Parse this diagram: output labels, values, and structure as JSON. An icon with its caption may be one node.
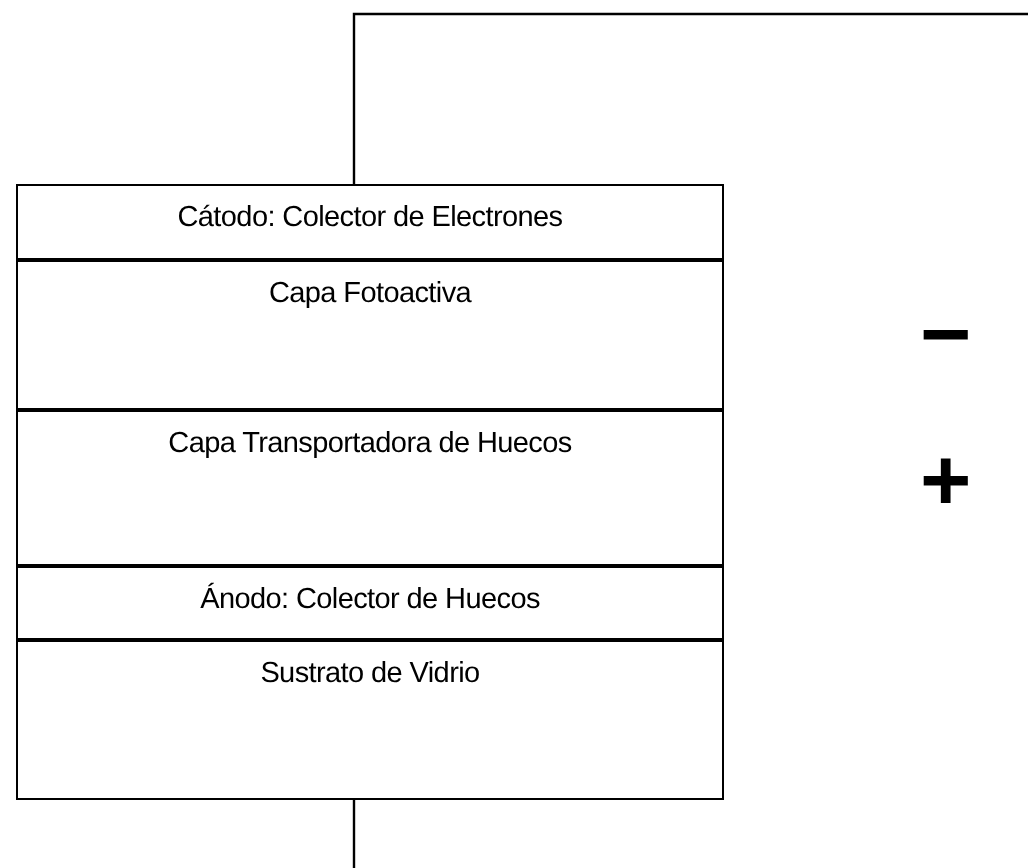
{
  "diagram": {
    "nodes": [
      {
        "text": [
          "Cátodo: Colector de Electrones"
        ]
      },
      {
        "text": [
          "Capa Fotoactiva"
        ]
      },
      {
        "text": [
          "Capa Transportadora de Huecos"
        ]
      },
      {
        "text": [
          "Ánodo: Colector de Huecos"
        ]
      },
      {
        "text": [
          "Sustrato de Vidrio"
        ]
      }
    ],
    "edges": [
      {
        "from": 0,
        "to": null,
        "arrow": "none"
      },
      {
        "from": 4,
        "to": null,
        "arrow": "none"
      }
    ],
    "labels": [
      "−",
      "+"
    ]
  }
}
